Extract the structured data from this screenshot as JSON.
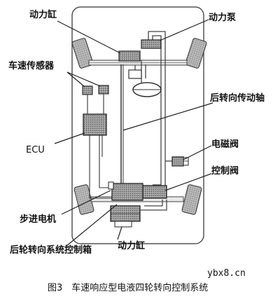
{
  "labels": {
    "power_cylinder_top": "动力缸",
    "power_pump": "动力泵",
    "speed_sensor": "车速传感器",
    "rear_steer_shaft": "后转向传动轴",
    "ecu": "ECU",
    "solenoid_valve": "电磁阀",
    "control_valve": "控制阀",
    "stepper_motor": "步进电机",
    "rear_steer_control_box": "后轮转向系统控制箱",
    "power_cylinder_bottom": "动力缸"
  },
  "watermark": "ybx8.cn",
  "caption": "图3　车速响应型电液四轮转向控制系统"
}
